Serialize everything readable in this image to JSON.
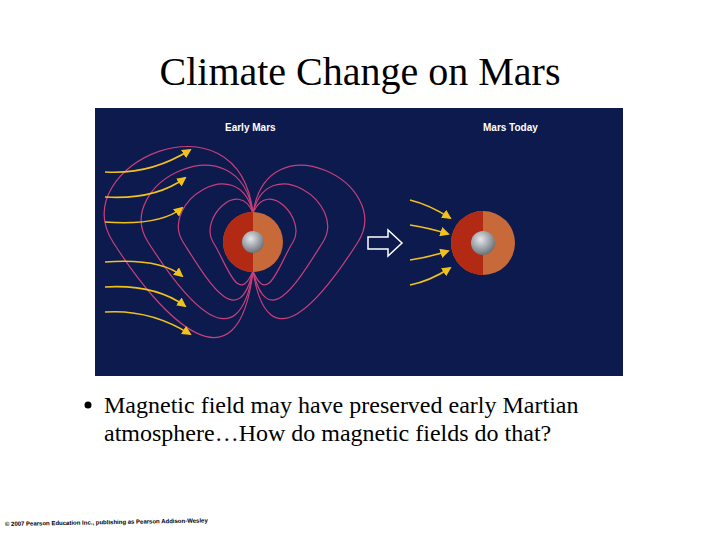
{
  "diagram": {
    "title": "Climate Change on Mars",
    "labels": [
      "Early Mars",
      "Mars Today",
      "Magnetic field may have preserved early Martian atmosphere…How do magnetic fields do that?",
      "© 2007 Pearson Education Inc., publishing as Pearson Addison-Wesley"
    ]
  }
}
